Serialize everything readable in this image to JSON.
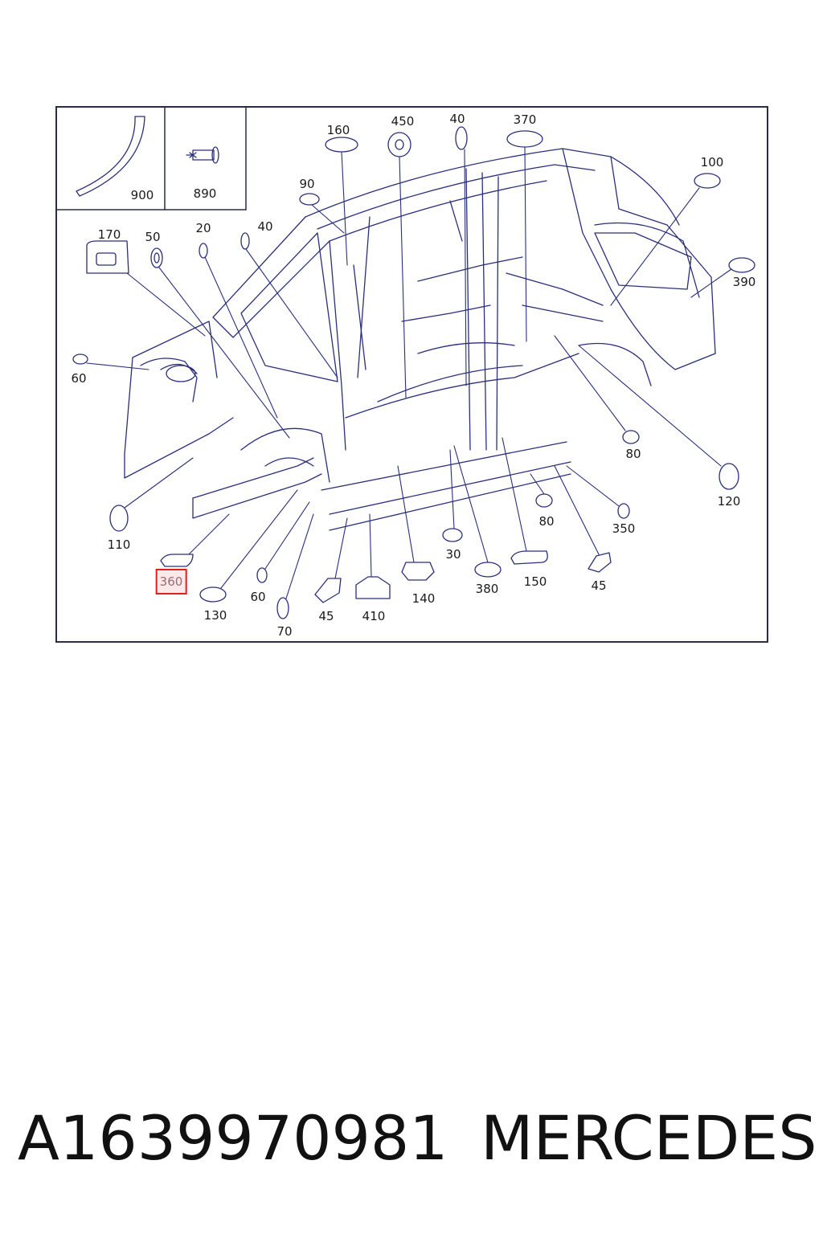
{
  "labels": {
    "l900": "900",
    "l890": "890",
    "l170": "170",
    "l50": "50",
    "l20": "20",
    "l40a": "40",
    "l90": "90",
    "l160": "160",
    "l450": "450",
    "l40b": "40",
    "l370": "370",
    "l100": "100",
    "l390": "390",
    "l60a": "60",
    "l80a": "80",
    "l120": "120",
    "l110": "110",
    "l360": "360",
    "l130": "130",
    "l60b": "60",
    "l70": "70",
    "l45a": "45",
    "l410": "410",
    "l140": "140",
    "l30": "30",
    "l380": "380",
    "l150": "150",
    "l80b": "80",
    "l350": "350",
    "l45b": "45"
  },
  "footer": {
    "part_number": "A1639970981",
    "brand": "MERCEDES"
  },
  "colors": {
    "line": "#2a2f7a",
    "highlight_border": "#e02020",
    "highlight_fill": "#fbe9ea"
  }
}
